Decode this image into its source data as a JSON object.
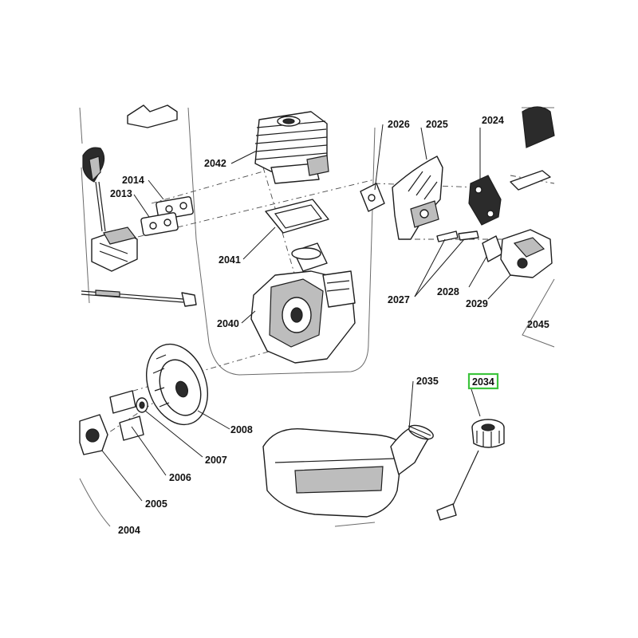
{
  "highlight_color": "#3cc43c",
  "callouts": {
    "c2042": "2042",
    "c2026": "2026",
    "c2025": "2025",
    "c2024": "2024",
    "c2014": "2014",
    "c2013": "2013",
    "c2041": "2041",
    "c2040": "2040",
    "c2027": "2027",
    "c2028": "2028",
    "c2029": "2029",
    "c2045": "2045",
    "c2035": "2035",
    "c2034": "2034",
    "c2008": "2008",
    "c2007": "2007",
    "c2006": "2006",
    "c2005": "2005",
    "c2004": "2004"
  },
  "highlighted_callout": "2034"
}
